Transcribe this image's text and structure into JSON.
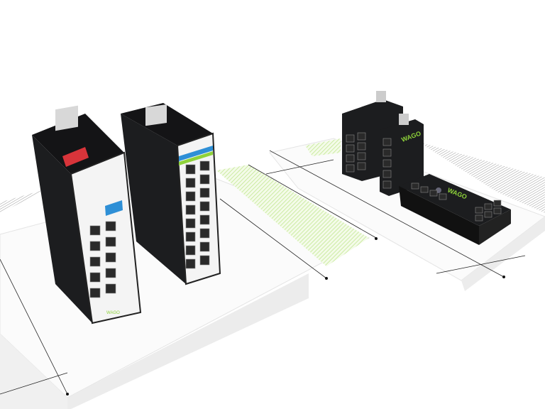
{
  "scene": {
    "description_type": "product render",
    "brand_logo_text": "WAGO",
    "colors": {
      "background": "#ffffff",
      "accent_green": "#8ed23a",
      "hatch_green": "#c9ec9c",
      "switch_body": "#1c1d1f",
      "switch_face": "#f4f4f4",
      "label_blue": "#2e8fd6",
      "label_red": "#d8343a"
    },
    "products": [
      {
        "name": "managed-din-rail-switch-large",
        "ports": 10,
        "sfp": 4
      },
      {
        "name": "managed-din-rail-switch-16port",
        "ports": 16
      },
      {
        "name": "unmanaged-switch-8port",
        "ports": 8
      },
      {
        "name": "unmanaged-switch-5port",
        "ports": 5
      },
      {
        "name": "flat-panel-switch-8port",
        "ports": 8
      }
    ]
  }
}
